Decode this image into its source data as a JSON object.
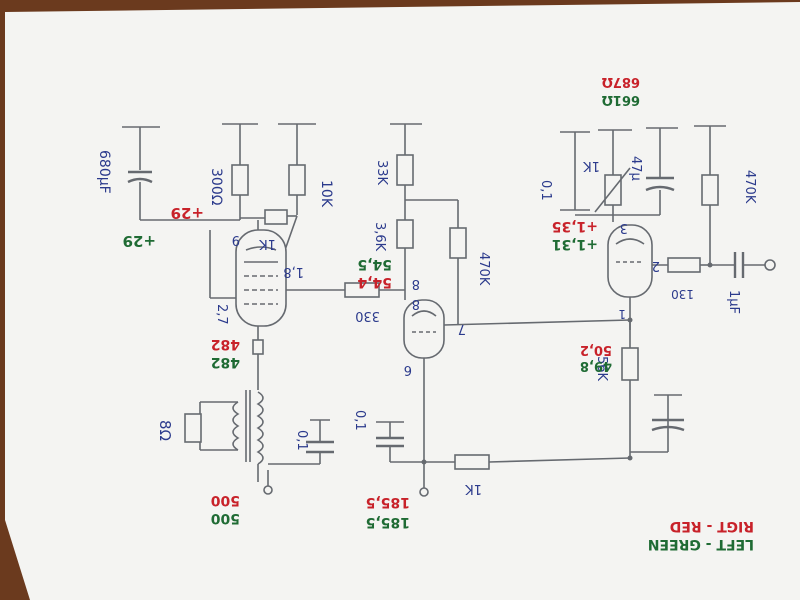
{
  "colors": {
    "paper": "#f4f4f2",
    "pencil": "#666a70",
    "blue_ink": "#2b3a8c",
    "red_ink": "#c8222a",
    "green_ink": "#1f6b34",
    "table": "#6b3a1e"
  },
  "legend": {
    "left_green": "LEFT - GREEN",
    "right_red": "RIGT - RED"
  },
  "labels": {
    "r_300": "300Ω",
    "r_10k": "10K",
    "r_1k_top": "1K",
    "cap_680": "680µF",
    "v_red_29": "+29",
    "v_green_29": "+29",
    "pin_9": "9",
    "pin_8_left": "8",
    "pin_1_8": "1,8",
    "tube1_27": "2,7",
    "v_482_red": "482",
    "v_482_green": "482",
    "r_8ohm": "8Ω",
    "cap_01_left": "0,1",
    "v_500_red": "500",
    "v_500_green": "500",
    "r_33k": "33K",
    "r_36k": "3,6K",
    "r_470k_mid": "470K",
    "r_330": "330",
    "v_545_green": "54,5",
    "v_543_red": "54,4",
    "pin_8_right": "8",
    "pin_7": "7",
    "pin_6": "6",
    "cap_01_mid": "0,1",
    "r_1k_bottom": "1K",
    "v_1855_green": "185,5",
    "v_1855_red": "185,5",
    "v_687": "687Ω",
    "v_661": "661Ω",
    "cap_01_right": "0,1",
    "pot_1k": "1K",
    "cap_47": "47µ",
    "r_470k_right": "470K",
    "v_135_red": "+1,35",
    "v_131_green": "+1,31",
    "pin_3": "3",
    "pin_2": "2",
    "r_130": "130",
    "pin_1": "1",
    "cap_1u": "1µF",
    "r_56k": "56K",
    "v_502": "50,2",
    "v_498": "49,8"
  }
}
